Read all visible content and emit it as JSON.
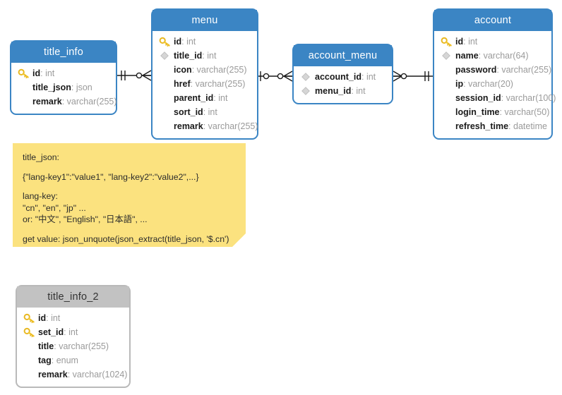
{
  "diagram": {
    "type": "er-diagram",
    "colors": {
      "entity_header_blue": "#3b85c4",
      "entity_header_gray": "#c2c2c2",
      "entity_border_blue": "#3b85c4",
      "entity_border_gray": "#b9b9b9",
      "note_background": "#fbe27f",
      "field_name": "#1a1a1a",
      "field_type": "#9a9a9a",
      "connector": "#1a1a1a",
      "key_icon": "#f2c531",
      "diamond_icon": "#d0d0d0"
    },
    "entities": [
      {
        "id": "title_info",
        "title": "title_info",
        "style": "blue",
        "fields": [
          {
            "marker": "key-icon",
            "name": "id",
            "type": "int"
          },
          {
            "marker": "none",
            "name": "title_json",
            "type": "json"
          },
          {
            "marker": "none",
            "name": "remark",
            "type": "varchar(255)"
          }
        ]
      },
      {
        "id": "menu",
        "title": "menu",
        "style": "blue",
        "fields": [
          {
            "marker": "key-icon",
            "name": "id",
            "type": "int"
          },
          {
            "marker": "diamond-icon",
            "name": "title_id",
            "type": "int"
          },
          {
            "marker": "none",
            "name": "icon",
            "type": "varchar(255)"
          },
          {
            "marker": "none",
            "name": "href",
            "type": "varchar(255)"
          },
          {
            "marker": "none",
            "name": "parent_id",
            "type": "int"
          },
          {
            "marker": "none",
            "name": "sort_id",
            "type": "int"
          },
          {
            "marker": "none",
            "name": "remark",
            "type": "varchar(255)"
          }
        ]
      },
      {
        "id": "account_menu",
        "title": "account_menu",
        "style": "blue",
        "fields": [
          {
            "marker": "diamond-icon",
            "name": "account_id",
            "type": "int"
          },
          {
            "marker": "diamond-icon",
            "name": "menu_id",
            "type": "int"
          }
        ]
      },
      {
        "id": "account",
        "title": "account",
        "style": "blue",
        "fields": [
          {
            "marker": "key-icon",
            "name": "id",
            "type": "int"
          },
          {
            "marker": "diamond-icon",
            "name": "name",
            "type": "varchar(64)"
          },
          {
            "marker": "none",
            "name": "password",
            "type": "varchar(255)"
          },
          {
            "marker": "none",
            "name": "ip",
            "type": "varchar(20)"
          },
          {
            "marker": "none",
            "name": "session_id",
            "type": "varchar(100)"
          },
          {
            "marker": "none",
            "name": "login_time",
            "type": "varchar(50)"
          },
          {
            "marker": "none",
            "name": "refresh_time",
            "type": "datetime"
          }
        ]
      },
      {
        "id": "title_info_2",
        "title": "title_info_2",
        "style": "gray",
        "fields": [
          {
            "marker": "key-icon",
            "name": "id",
            "type": "int"
          },
          {
            "marker": "key-icon",
            "name": "set_id",
            "type": "int"
          },
          {
            "marker": "none",
            "name": "title",
            "type": "varchar(255)"
          },
          {
            "marker": "none",
            "name": "tag",
            "type": "enum"
          },
          {
            "marker": "none",
            "name": "remark",
            "type": "varchar(1024)"
          }
        ]
      }
    ],
    "relationships": [
      {
        "id": "title_info-menu",
        "from": "title_info",
        "to": "menu",
        "from_cardinality": "exactly-one",
        "to_cardinality": "zero-or-many"
      },
      {
        "id": "menu-account_menu",
        "from": "menu",
        "to": "account_menu",
        "from_cardinality": "zero-or-one",
        "to_cardinality": "zero-or-many"
      },
      {
        "id": "account_menu-account",
        "from": "account_menu",
        "to": "account",
        "from_cardinality": "zero-or-many",
        "to_cardinality": "exactly-one"
      }
    ],
    "note": {
      "id": "title_json-note",
      "lines": [
        {
          "text": "title_json:",
          "gap_before": false
        },
        {
          "text": "{\"lang-key1\":\"value1\", \"lang-key2\":\"value2\",...}",
          "gap_before": true
        },
        {
          "text": "lang-key:",
          "gap_before": true
        },
        {
          "text": "\"cn\", \"en\", \"jp\" ...",
          "gap_before": false
        },
        {
          "text": "or: \"中文\", \"English\", \"日本語\", ...",
          "gap_before": false
        },
        {
          "text": "get value: json_unquote(json_extract(title_json, '$.cn')",
          "gap_before": true
        }
      ]
    }
  }
}
